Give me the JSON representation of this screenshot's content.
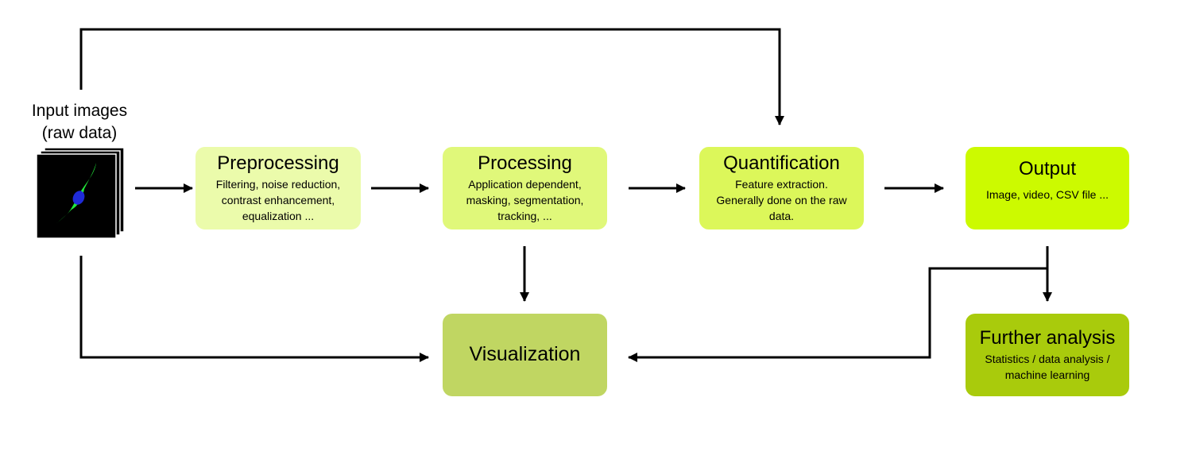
{
  "input": {
    "label_line1": "Input images",
    "label_line2": "(raw data)",
    "icon": "cell-image-stack-icon"
  },
  "stages": {
    "preprocessing": {
      "title": "Preprocessing",
      "desc_lines": [
        "Filtering, noise reduction,",
        "contrast enhancement,",
        "equalization ..."
      ],
      "color": "#ebfbab"
    },
    "processing": {
      "title": "Processing",
      "desc_lines": [
        "Application dependent,",
        "masking, segmentation,",
        "tracking, ..."
      ],
      "color": "#e0f87a"
    },
    "quantification": {
      "title": "Quantification",
      "desc_lines": [
        "Feature extraction.",
        "Generally done on the raw",
        "data."
      ],
      "color": "#dcf75a"
    },
    "output": {
      "title": "Output",
      "desc_lines": [
        "Image, video, CSV file ..."
      ],
      "color": "#ccfa00"
    },
    "visualization": {
      "title": "Visualization",
      "color": "#c0d662"
    },
    "further_analysis": {
      "title": "Further analysis",
      "desc_lines": [
        "Statistics / data analysis /",
        "machine learning"
      ],
      "color": "#a9cb0c"
    }
  },
  "colors": {
    "arrow": "#000000",
    "image_background": "#000000",
    "cell_body": "#22e83a",
    "cell_nucleus": "#1f2bd8"
  }
}
